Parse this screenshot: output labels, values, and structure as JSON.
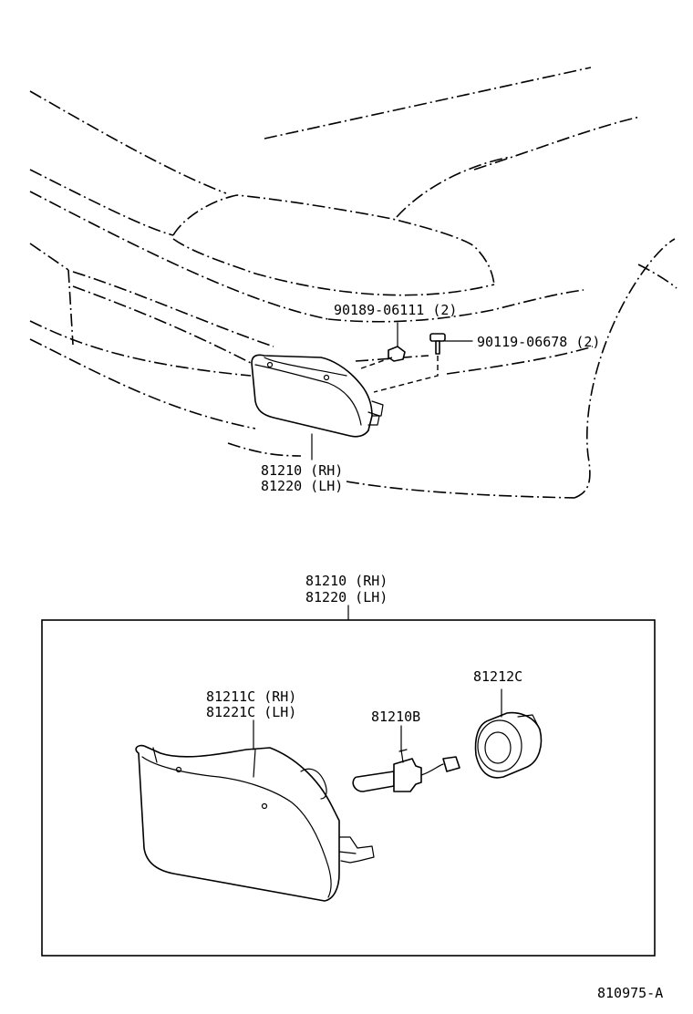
{
  "upper_view": {
    "nut_label": "90189-06111 (2)",
    "screw_label": "90119-06678 (2)",
    "lamp_label_rh": "81210 (RH)",
    "lamp_label_lh": "81220 (LH)"
  },
  "lower_view": {
    "assembly_label_rh": "81210 (RH)",
    "assembly_label_lh": "81220 (LH)",
    "lens_label_rh": "81211C (RH)",
    "lens_label_lh": "81221C (LH)",
    "bulb_label": "81210B",
    "socket_label": "81212C"
  },
  "figure_code": "810975-A"
}
